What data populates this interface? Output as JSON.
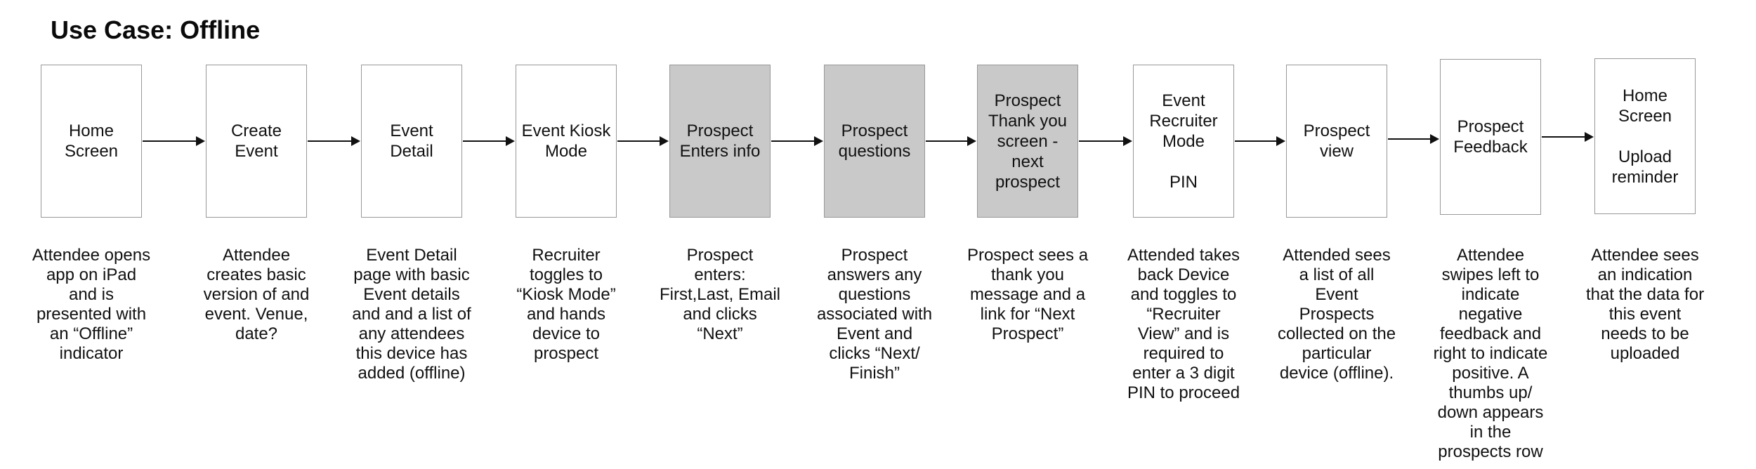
{
  "title": "Use Case: Offline",
  "colors": {
    "background": "#ffffff",
    "box_fill": "#ffffff",
    "highlight_fill": "#c9c9c9",
    "box_border": "#989898",
    "arrow": "#111111",
    "text": "#111111"
  },
  "stages": [
    {
      "box_label": "Home\nScreen",
      "highlighted": false,
      "description": "Attendee opens\napp on iPad\nand is\npresented with\nan “Offline”\nindicator"
    },
    {
      "box_label": "Create\nEvent",
      "highlighted": false,
      "description": "Attendee\ncreates basic\nversion of and\nevent. Venue,\ndate?"
    },
    {
      "box_label": "Event\nDetail",
      "highlighted": false,
      "description": "Event Detail\npage with basic\nEvent details\nand and a list of\nany attendees\nthis device has\nadded (offline)"
    },
    {
      "box_label": "Event Kiosk\nMode",
      "highlighted": false,
      "description": "Recruiter\ntoggles to\n“Kiosk Mode”\nand hands\ndevice to\nprospect"
    },
    {
      "box_label": "Prospect\nEnters info",
      "highlighted": true,
      "description": "Prospect\nenters:\nFirst,Last, Email\nand clicks\n“Next”"
    },
    {
      "box_label": "Prospect\nquestions",
      "highlighted": true,
      "description": "Prospect\nanswers any\nquestions\nassociated with\nEvent and\nclicks “Next/\nFinish”"
    },
    {
      "box_label": "Prospect\nThank you\nscreen -\nnext\nprospect",
      "highlighted": true,
      "description": "Prospect sees a\nthank you\nmessage and a\nlink for “Next\nProspect”"
    },
    {
      "box_label": "Event\nRecruiter\nMode\n\nPIN",
      "highlighted": false,
      "description": "Attended takes\nback Device\nand toggles to\n“Recruiter\nView” and is\nrequired to\nenter a 3 digit\nPIN to proceed"
    },
    {
      "box_label": "Prospect\nview",
      "highlighted": false,
      "description": "Attended sees\na list of all\nEvent\nProspects\ncollected on the\nparticular\ndevice (offline)."
    },
    {
      "box_label": "Prospect\nFeedback",
      "highlighted": false,
      "description": "Attendee\nswipes left to\nindicate\nnegative\nfeedback and\nright to indicate\npositive. A\nthumbs up/\ndown appears\nin the\nprospects row"
    },
    {
      "box_label": "Home\nScreen\n\nUpload\nreminder",
      "highlighted": false,
      "description": "Attendee sees\nan indication\nthat the data for\nthis event\nneeds to be\nuploaded"
    }
  ]
}
